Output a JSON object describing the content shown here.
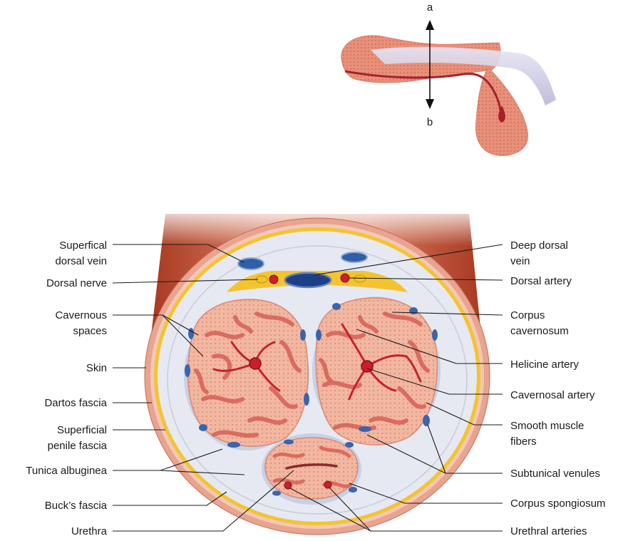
{
  "direction_labels": {
    "top": "a",
    "bottom": "b"
  },
  "labels": {
    "superficial_dorsal_vein_1": "Superfical",
    "superficial_dorsal_vein_2": "dorsal vein",
    "dorsal_nerve": "Dorsal nerve",
    "cavernous_spaces_1": "Cavernous",
    "cavernous_spaces_2": "spaces",
    "skin": "Skin",
    "dartos_fascia": "Dartos fascia",
    "superficial_penile_fascia_1": "Superficial",
    "superficial_penile_fascia_2": "penile fascia",
    "tunica_albuginea": "Tunica albuginea",
    "bucks_fascia": "Buck’s fascia",
    "urethra": "Urethra",
    "deep_dorsal_vein_1": "Deep dorsal",
    "deep_dorsal_vein_2": "vein",
    "dorsal_artery": "Dorsal artery",
    "corpus_cavernosum_1": "Corpus",
    "corpus_cavernosum_2": "cavernosum",
    "helicine_artery": "Helicine artery",
    "cavernosal_artery": "Cavernosal artery",
    "smooth_muscle_1": "Smooth muscle",
    "smooth_muscle_2": "fibers",
    "subtunical_venules": "Subtunical venules",
    "corpus_spongiosum": "Corpus spongiosum",
    "urethral_arteries": "Urethral arteries"
  },
  "colors": {
    "skin": "#e59a86",
    "skin_dark": "#b8452b",
    "dartos": "#f3c8b8",
    "yellow_fascia": "#f4c430",
    "fascia": "#e4e8f0",
    "tissue": "#f2b7a0",
    "trabeculae": "#d65f57",
    "vein": "#2f5fa8",
    "artery": "#c8202c"
  }
}
